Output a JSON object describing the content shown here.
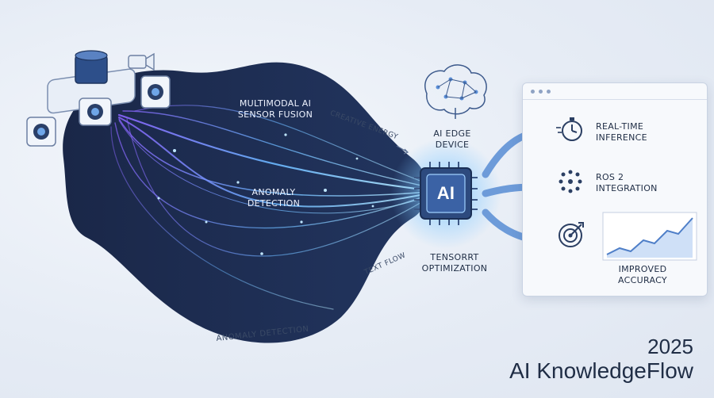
{
  "labels": {
    "fusion": [
      "MULTIMODAL AI",
      "SENSOR FUSION"
    ],
    "anomaly_center": [
      "ANOMALY",
      "DETECTION"
    ],
    "creative": "CREATIVE ENERGY",
    "text_flow": "TEXT FLOW",
    "anomaly_bottom": "ANOMALY DETECTION",
    "edge": [
      "AI EDGE",
      "DEVICE"
    ],
    "chip": "AI",
    "tensorrt": [
      "TENSORRT",
      "OPTIMIZATION"
    ]
  },
  "features": [
    {
      "icon": "stopwatch-icon",
      "lines": [
        "REAL-TIME",
        "INFERENCE"
      ]
    },
    {
      "icon": "node-cluster-icon",
      "lines": [
        "ROS 2",
        "INTEGRATION"
      ]
    },
    {
      "icon": "target-icon",
      "lines": [
        "IMPROVED",
        "ACCURACY"
      ]
    }
  ],
  "footer": {
    "year": "2025",
    "brand": "AI KnowledgeFlow"
  },
  "colors": {
    "dark_blob": "#1b2a4e",
    "accent": "#5b8fd8",
    "glow": "#7fd3ff",
    "purple": "#9a6bff"
  }
}
